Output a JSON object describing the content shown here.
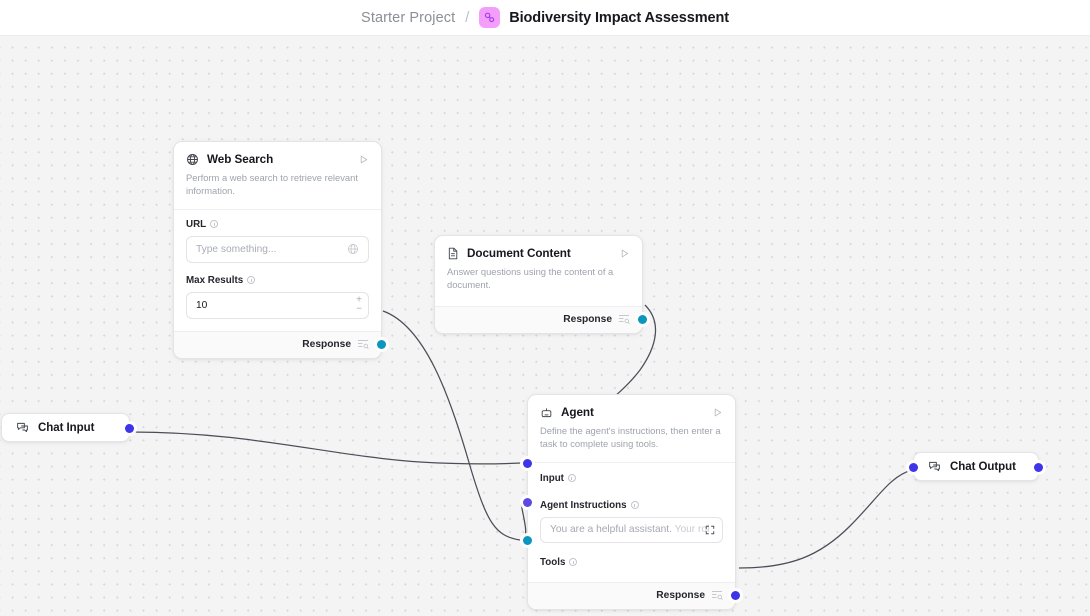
{
  "header": {
    "project_name": "Starter Project",
    "separator": "/",
    "flow_icon": "flow-shapes-icon",
    "flow_title": "Biodiversity Impact Assessment",
    "accent_icon_bg": "#f49dfb",
    "accent_icon_fg": "#9b3fe8"
  },
  "canvas": {
    "bg": "#f4f4f5",
    "dot_color": "#d6d7da"
  },
  "ports": {
    "indigo": "#3e35e8",
    "teal": "#0b96bf",
    "purple": "#5b4ae0"
  },
  "nodes": {
    "web_search": {
      "icon": "globe-icon",
      "title": "Web Search",
      "description": "Perform a web search to retrieve relevant information.",
      "run_icon": "play-icon",
      "fields": [
        {
          "label": "URL",
          "info_icon": "info-icon",
          "placeholder": "Type something...",
          "value": "",
          "trailing_icon": "globe-icon"
        },
        {
          "label": "Max Results",
          "info_icon": "info-icon",
          "placeholder": "",
          "value": "10",
          "stepper_up": "+",
          "stepper_down": "−"
        }
      ],
      "footer": {
        "label": "Response",
        "icon": "list-search-icon",
        "port_color": "teal"
      }
    },
    "document_content": {
      "icon": "document-icon",
      "title": "Document Content",
      "description": "Answer questions using the content of a document.",
      "run_icon": "play-icon",
      "footer": {
        "label": "Response",
        "icon": "list-search-icon",
        "port_color": "teal"
      }
    },
    "agent": {
      "icon": "robot-icon",
      "title": "Agent",
      "description": "Define the agent's instructions, then enter a task to complete using tools.",
      "run_icon": "play-icon",
      "input_label": "Input",
      "input_info_icon": "info-icon",
      "input_port_color": "indigo",
      "instructions_label": "Agent Instructions",
      "instructions_info_icon": "info-icon",
      "instructions_placeholder": "You are a helpful assistant. Your rol",
      "instructions_placeholder_visible": "You are a helpful assistant. ",
      "instructions_placeholder_faded": "Your rol",
      "instructions_expand_icon": "expand-icon",
      "instructions_port_color": "purple",
      "tools_label": "Tools",
      "tools_info_icon": "info-icon",
      "tools_port_color": "teal",
      "footer": {
        "label": "Response",
        "icon": "list-search-icon",
        "port_color": "indigo"
      }
    },
    "chat_input": {
      "icon": "chat-icon",
      "title": "Chat Input",
      "out_port_color": "indigo"
    },
    "chat_output": {
      "icon": "chat-icon",
      "title": "Chat Output",
      "in_port_color": "indigo",
      "out_port_color": "indigo"
    }
  },
  "edges": [
    {
      "from": "web-search-response",
      "to": "agent-tools"
    },
    {
      "from": "document-content-response",
      "to": "agent-instructions-port"
    },
    {
      "from": "chat-input-output",
      "to": "agent-input"
    },
    {
      "from": "agent-response",
      "to": "chat-output-input"
    }
  ]
}
